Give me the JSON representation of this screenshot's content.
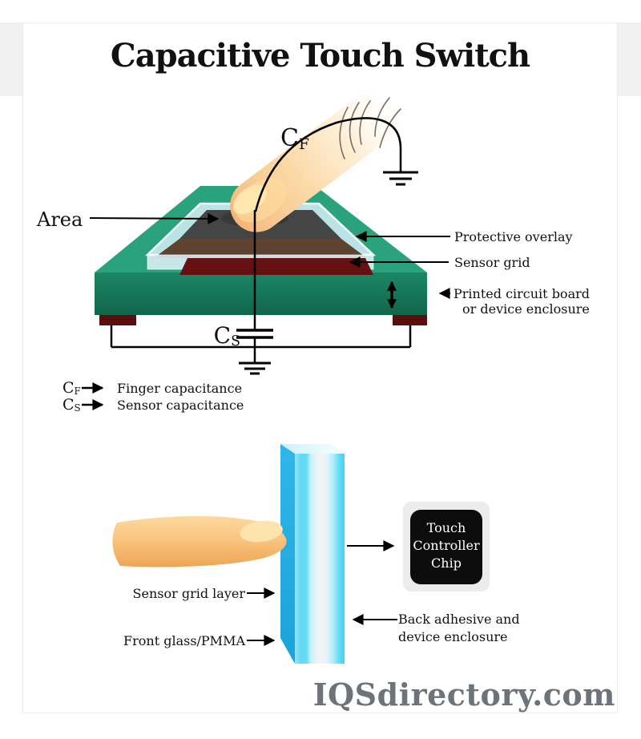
{
  "title": "Capacitive Touch Switch",
  "watermark": "IQSdirectory.com",
  "top_diagram": {
    "cf_symbol": {
      "base": "C",
      "sub": "F"
    },
    "cs_symbol": {
      "base": "C",
      "sub": "S"
    },
    "area_label": "Area",
    "callouts": {
      "protective_overlay": "Protective overlay",
      "sensor_grid": "Sensor grid",
      "pcb_line1": "Printed circuit board",
      "pcb_line2": "or device enclosure"
    },
    "legend": [
      {
        "symbol_base": "C",
        "symbol_sub": "F",
        "description": "Finger capacitance"
      },
      {
        "symbol_base": "C",
        "symbol_sub": "S",
        "description": "Sensor capacitance"
      }
    ]
  },
  "bottom_diagram": {
    "chip_label_lines": [
      "Touch",
      "Controller",
      "Chip"
    ],
    "callouts": {
      "sensor_grid_layer": "Sensor grid layer",
      "front_glass": "Front glass/PMMA",
      "back_adhesive_line1": "Back adhesive and",
      "back_adhesive_line2": "device enclosure"
    }
  },
  "colors": {
    "pcb_top_green": "#2aa37d",
    "pcb_front_green": "#177a5c",
    "sensor_grid_dark_red": "#651012",
    "sensor_brown": "#5e4330",
    "area_gray": "#454545",
    "glass_overlay_blue": "#d2eef7",
    "panel_side_blue": "#25aee4",
    "panel_cyan": "#55d5f3",
    "finger_skin": "#f8c177",
    "chip_black": "#0c0c0c",
    "watermark_gray": "#6e7379",
    "background_strip_gray": "#f1f1f1"
  }
}
